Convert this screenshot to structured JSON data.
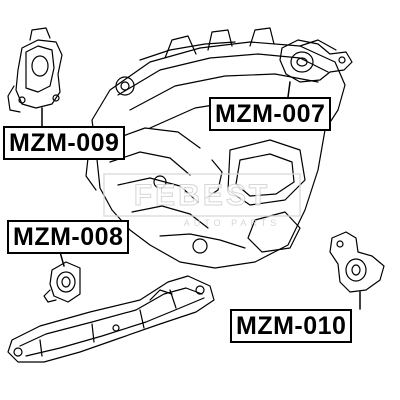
{
  "labels": {
    "mzm_009": "MZM-009",
    "mzm_007": "MZM-007",
    "mzm_008": "MZM-008",
    "mzm_010": "MZM-010"
  },
  "watermark": {
    "brand": "FEBEST",
    "subtitle": "AUTO PARTS"
  },
  "colors": {
    "line": "#000000",
    "watermark": "#d8d8d8",
    "background": "#ffffff"
  }
}
